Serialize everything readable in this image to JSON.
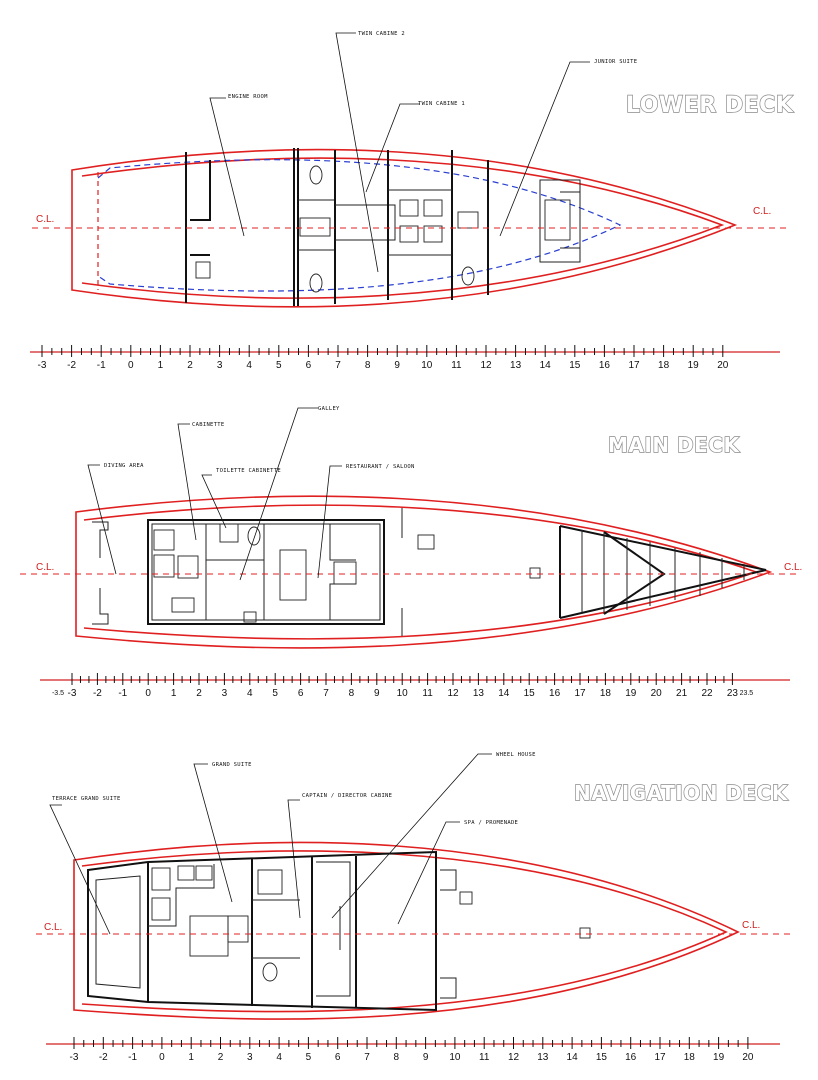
{
  "decks": [
    {
      "title": "LOWER DECK",
      "cl_label": "C.L.",
      "rooms": [
        "ENGINE ROOM",
        "TWIN CABINE 2",
        "TWIN CABINE 1",
        "JUNIOR SUITE"
      ],
      "scale": [
        "-3",
        "-2",
        "-1",
        "0",
        "1",
        "2",
        "3",
        "4",
        "5",
        "6",
        "7",
        "8",
        "9",
        "10",
        "11",
        "12",
        "13",
        "14",
        "15",
        "16",
        "17",
        "18",
        "19",
        "20"
      ]
    },
    {
      "title": "MAIN DECK",
      "cl_label": "C.L.",
      "rooms": [
        "DIVING AREA",
        "CABINETTE",
        "TOILETTE CABINETTE",
        "GALLEY",
        "RESTAURANT / SALOON"
      ],
      "scale": [
        "-3",
        "-2",
        "-1",
        "0",
        "1",
        "2",
        "3",
        "4",
        "5",
        "6",
        "7",
        "8",
        "9",
        "10",
        "11",
        "12",
        "13",
        "14",
        "15",
        "16",
        "17",
        "18",
        "19",
        "20",
        "21",
        "22",
        "23"
      ],
      "scale_ends": [
        "-3.5",
        "23.5"
      ]
    },
    {
      "title": "NAVIGATION DECK",
      "cl_label": "C.L.",
      "rooms": [
        "TERRACE GRAND SUITE",
        "GRAND SUITE",
        "CAPTAIN / DIRECTOR CABINE",
        "WHEEL HOUSE",
        "SPA / PROMENADE"
      ],
      "scale": [
        "-3",
        "-2",
        "-1",
        "0",
        "1",
        "2",
        "3",
        "4",
        "5",
        "6",
        "7",
        "8",
        "9",
        "10",
        "11",
        "12",
        "13",
        "14",
        "15",
        "16",
        "17",
        "18",
        "19",
        "20"
      ]
    }
  ],
  "colors": {
    "hull": "#e02020",
    "inner_hull": "#2a3fd0",
    "walls": "#111111",
    "title_outline": "#8a8a8a"
  }
}
